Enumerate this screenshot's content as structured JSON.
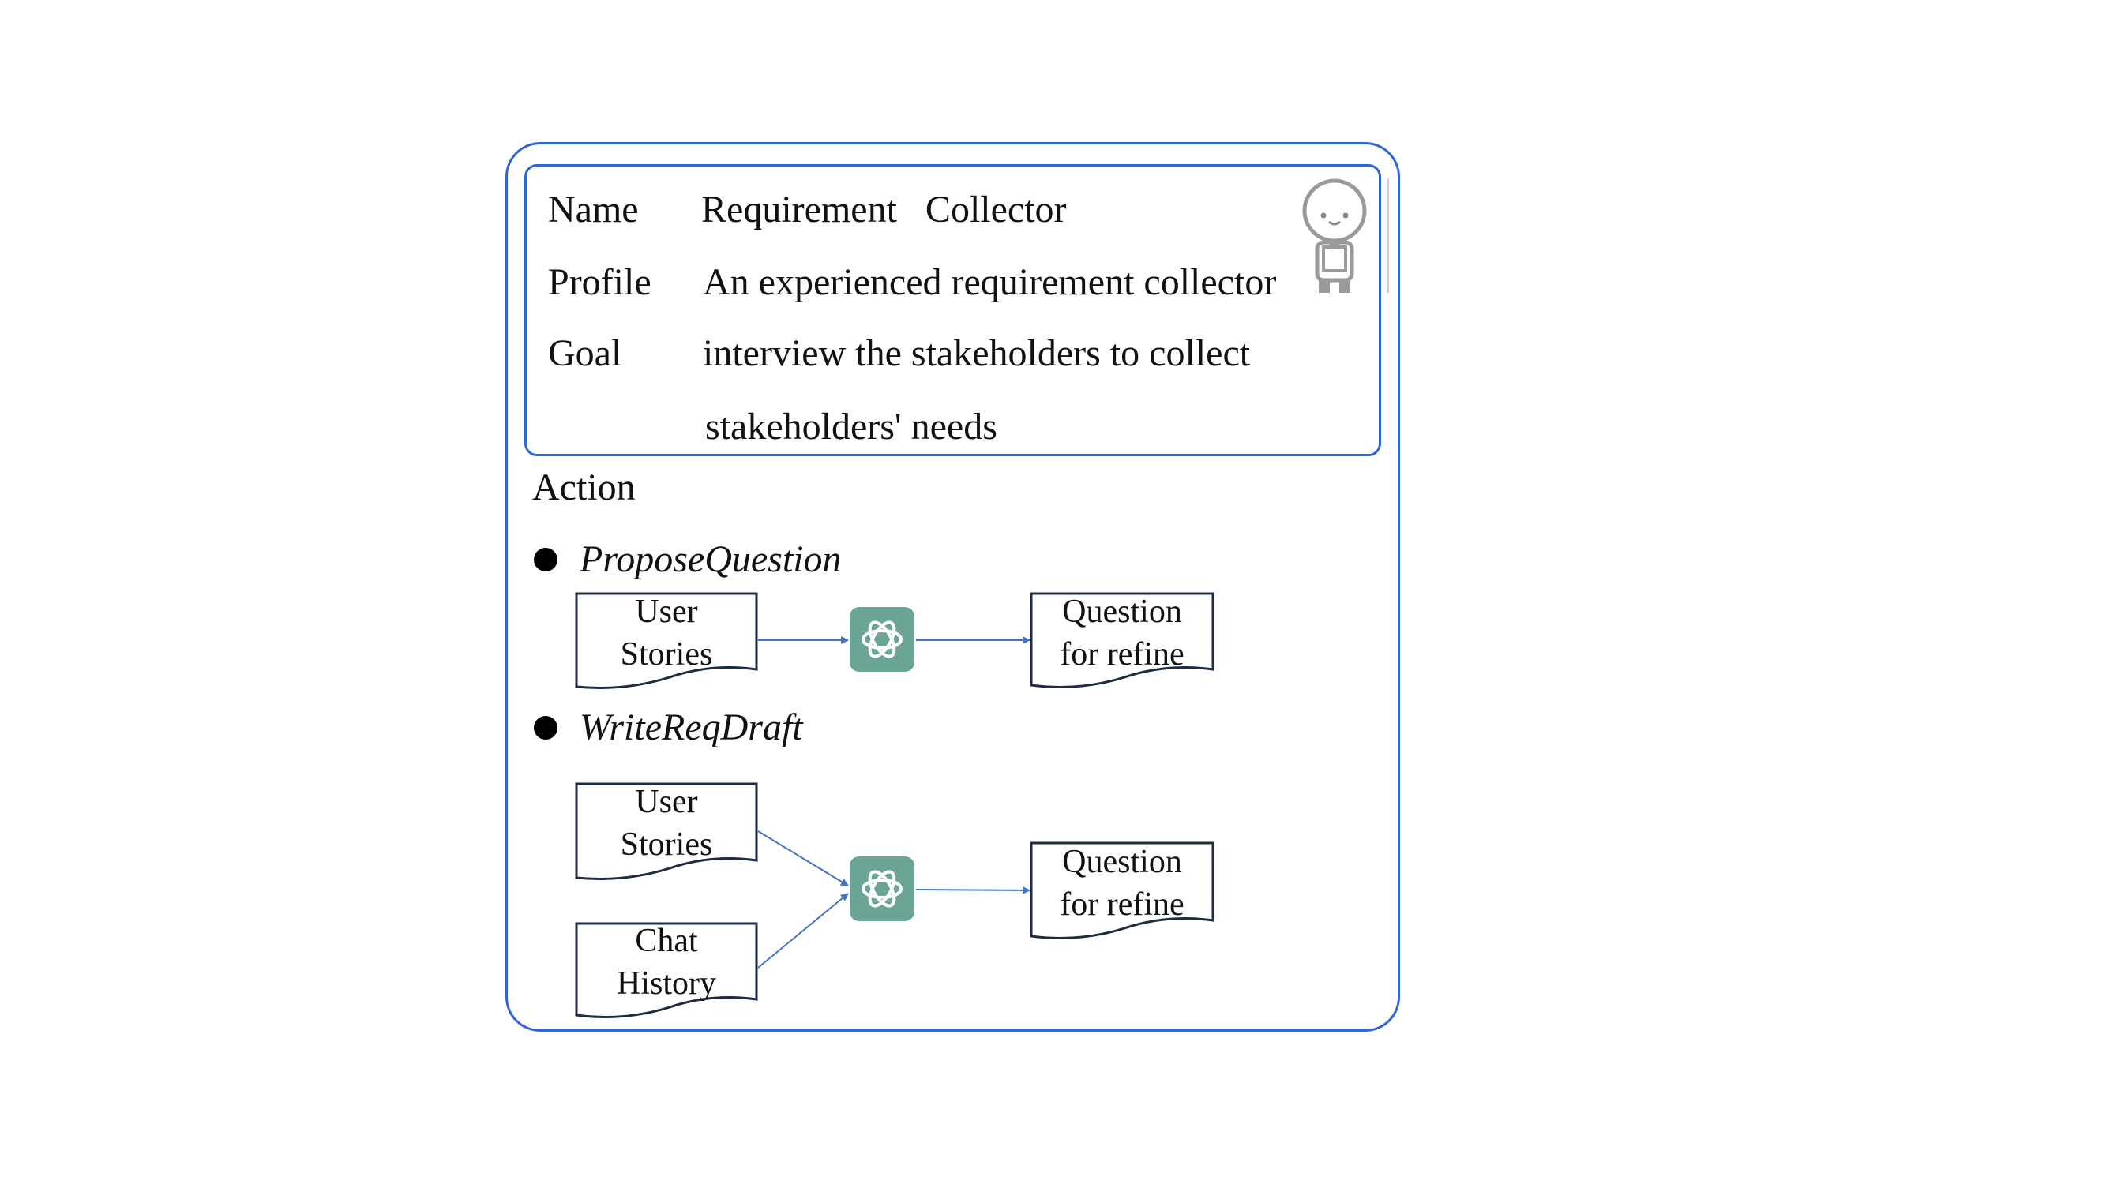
{
  "profile": {
    "name_label": "Name",
    "name_value": "Requirement   Collector",
    "profile_label": "Profile",
    "profile_value": "An experienced requirement collector",
    "goal_label": "Goal",
    "goal_value_line1": "interview the stakeholders to collect",
    "goal_value_line2": "stakeholders' needs"
  },
  "action": {
    "heading": "Action",
    "items": [
      {
        "name": "ProposeQuestion",
        "inputs": [
          [
            "User",
            "Stories"
          ]
        ],
        "output": [
          "Question",
          "for refine"
        ]
      },
      {
        "name": "WriteReqDraft",
        "inputs": [
          [
            "User",
            "Stories"
          ],
          [
            "Chat",
            "History"
          ]
        ],
        "output": [
          "Question",
          "for refine"
        ]
      }
    ]
  },
  "colors": {
    "border": "#2f66d6",
    "arrow": "#4472c4",
    "llm_icon": "#6aa596",
    "doc_stroke": "#1f2a44"
  },
  "icons": {
    "llm": "openai-logo-icon",
    "avatar": "person-with-clipboard-icon"
  }
}
